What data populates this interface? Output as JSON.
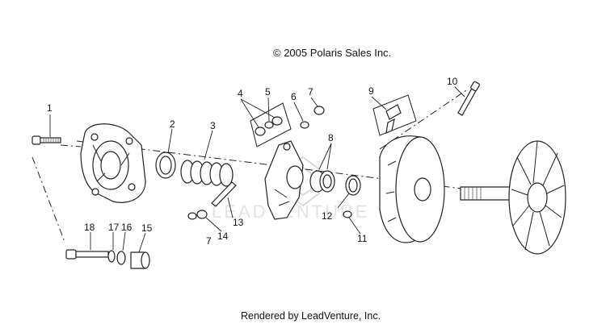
{
  "header": {
    "copyright": "© 2005 Polaris Sales Inc."
  },
  "footer": {
    "rendered_by": "Rendered by LeadVenture, Inc."
  },
  "watermark": {
    "text": "LEADVENTURE"
  },
  "callouts": [
    "1",
    "2",
    "3",
    "4",
    "5",
    "6",
    "7",
    "8",
    "9",
    "10",
    "11",
    "12",
    "13",
    "14",
    "7",
    "15",
    "16",
    "17",
    "18"
  ]
}
